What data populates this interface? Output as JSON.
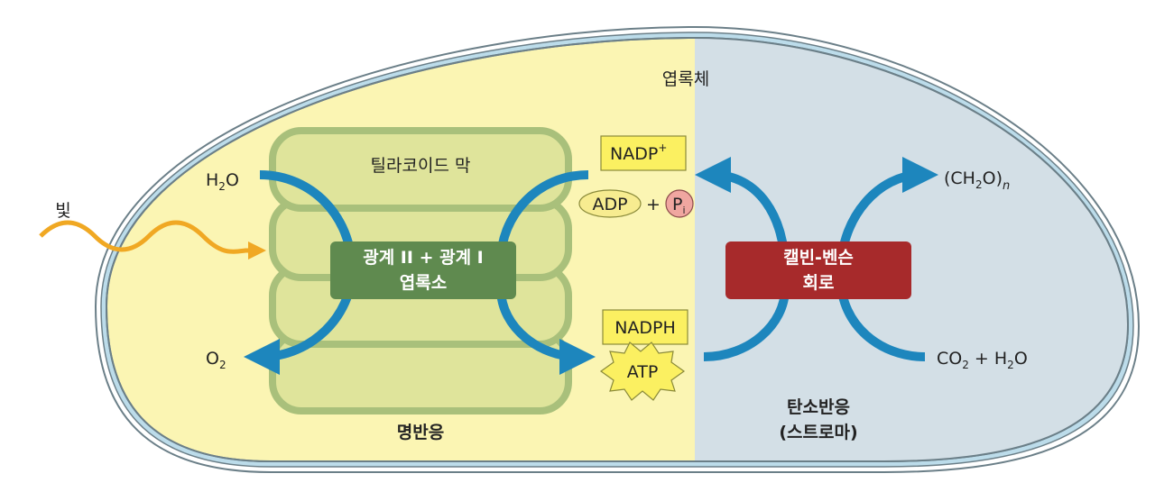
{
  "title": "엽록체",
  "labels": {
    "light": "빛",
    "thylakoid_membrane": "틸라코이드 막",
    "photosystem_line1": "광계 II + 광계 I",
    "photosystem_line2": "엽록소",
    "calvin_line1": "캘빈-벤슨",
    "calvin_line2": "회로",
    "light_reaction": "명반응",
    "carbon_reaction_line1": "탄소반응",
    "carbon_reaction_line2": "(스트로마)"
  },
  "molecules": {
    "h2o": {
      "base": "H",
      "sub": "2",
      "rest": "O"
    },
    "o2": {
      "base": "O",
      "sub": "2"
    },
    "nadp_plus": {
      "base": "NADP",
      "sup": "+"
    },
    "adp": "ADP",
    "plus": "+",
    "pi": {
      "base": "P",
      "sub": "i"
    },
    "nadph": "NADPH",
    "atp": "ATP",
    "ch2o_n": {
      "open": "(CH",
      "sub": "2",
      "close": "O)",
      "subn": "n"
    },
    "co2_h2o": {
      "a": "CO",
      "sub1": "2",
      "mid": " + H",
      "sub2": "2",
      "end": "O"
    }
  },
  "colors": {
    "light_side": "#fbf5b3",
    "stroma_side": "#d3dfe6",
    "thylakoid_fill": "#dfe49b",
    "thylakoid_stroke": "#a9c07b",
    "photosystem_box": "#5f8a4f",
    "calvin_box": "#a72a2b",
    "arrow_blue": "#1d86bd",
    "light_wave": "#f0a823",
    "label_box": "#fbf061",
    "adp_fill": "#f7ec90",
    "pi_fill": "#f0a6a0"
  }
}
